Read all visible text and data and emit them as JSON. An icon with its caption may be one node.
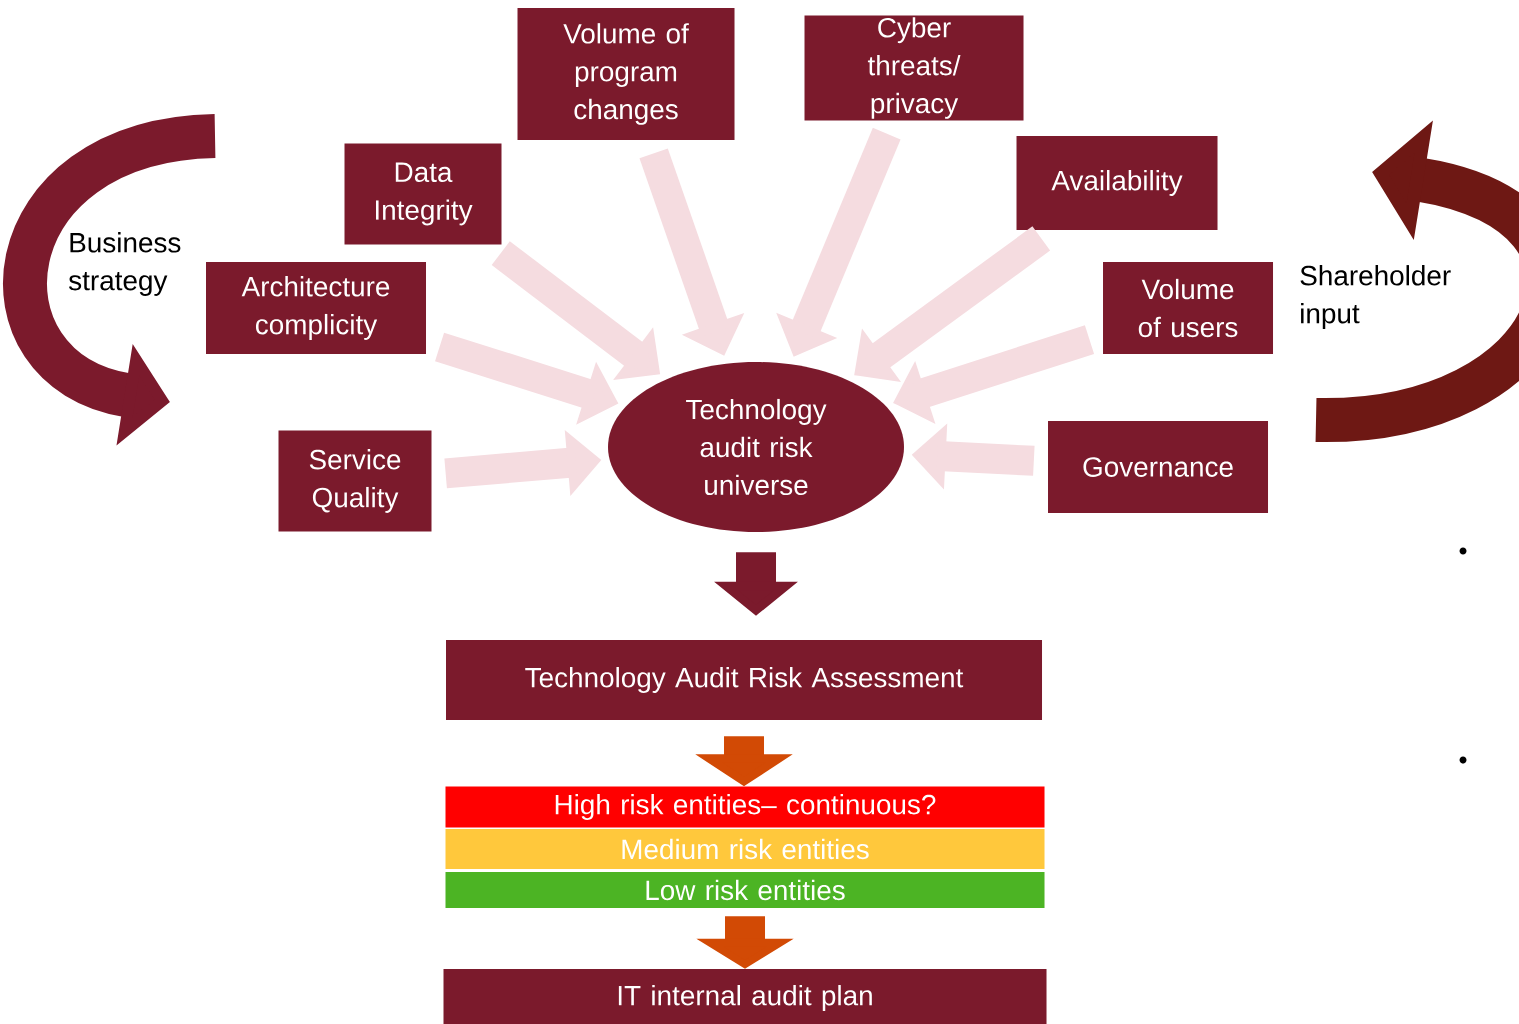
{
  "diagram": {
    "nodes": [
      {
        "text": [
          "Volume of program changes"
        ]
      },
      {
        "text": [
          "Cyber threats/ privacy"
        ]
      },
      {
        "text": [
          "Data Integrity"
        ]
      },
      {
        "text": [
          "Availability"
        ]
      },
      {
        "text": [
          "Architecture complicity"
        ]
      },
      {
        "text": [
          "Volume of users"
        ]
      },
      {
        "text": [
          "Service Quality"
        ]
      },
      {
        "text": [
          "Governance"
        ]
      },
      {
        "text": [
          "Technology audit risk universe"
        ]
      },
      {
        "text": [
          "Technology Audit Risk Assessment"
        ]
      },
      {
        "text": [
          "High risk entities– continuous?"
        ]
      },
      {
        "text": [
          "Medium risk entities"
        ]
      },
      {
        "text": [
          "Low risk entities"
        ]
      },
      {
        "text": [
          "IT  internal audit plan"
        ]
      }
    ],
    "edges": [
      {
        "from": 2,
        "to": 8,
        "arrow": "to"
      },
      {
        "from": 0,
        "to": 8,
        "arrow": "to"
      },
      {
        "from": 1,
        "to": 8,
        "arrow": "to"
      },
      {
        "from": 3,
        "to": 8,
        "arrow": "to"
      },
      {
        "from": 4,
        "to": 8,
        "arrow": "to"
      },
      {
        "from": 5,
        "to": 8,
        "arrow": "to"
      },
      {
        "from": 6,
        "to": 8,
        "arrow": "to"
      },
      {
        "from": 7,
        "to": 8,
        "arrow": "to"
      },
      {
        "from": 8,
        "to": 9,
        "arrow": "to",
        "color": "#7b1a2c"
      },
      {
        "from": 9,
        "to": 10,
        "arrow": "to",
        "color": "#d24a05"
      },
      {
        "from": 12,
        "to": 13,
        "arrow": "to",
        "color": "#d24a05"
      }
    ],
    "labels": [
      "Business strategy",
      "Shareholder input"
    ]
  }
}
